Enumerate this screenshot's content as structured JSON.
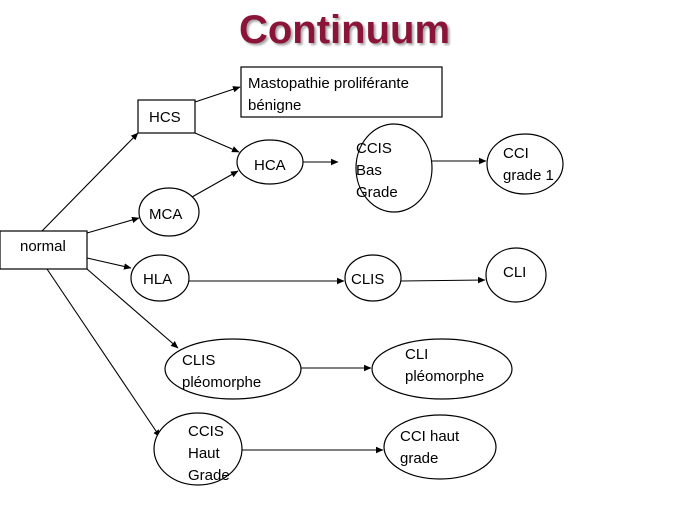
{
  "title": "Continuum",
  "colors": {
    "title": "#8b1538",
    "stroke": "#000000",
    "fill": "#ffffff"
  },
  "nodes": {
    "normal": {
      "shape": "rect",
      "lines": [
        "normal"
      ]
    },
    "hcs": {
      "shape": "rect",
      "lines": [
        "HCS"
      ]
    },
    "mastopathie": {
      "shape": "rect",
      "lines": [
        "Mastopathie proliférante",
        "bénigne"
      ]
    },
    "hca": {
      "shape": "ellipse",
      "lines": [
        "HCA"
      ]
    },
    "mca": {
      "shape": "ellipse",
      "lines": [
        "MCA"
      ]
    },
    "ccis_bas": {
      "shape": "ellipse",
      "lines": [
        "CCIS",
        "Bas",
        "Grade"
      ]
    },
    "cci_grade1": {
      "shape": "ellipse",
      "lines": [
        "CCI",
        "grade 1"
      ]
    },
    "hla": {
      "shape": "ellipse",
      "lines": [
        "HLA"
      ]
    },
    "clis": {
      "shape": "ellipse",
      "lines": [
        "CLIS"
      ]
    },
    "cli": {
      "shape": "ellipse",
      "lines": [
        "CLI"
      ]
    },
    "clis_pleo": {
      "shape": "ellipse",
      "lines": [
        "CLIS",
        "pléomorphe"
      ]
    },
    "cli_pleo": {
      "shape": "ellipse",
      "lines": [
        "CLI",
        "pléomorphe"
      ]
    },
    "ccis_haut": {
      "shape": "ellipse",
      "lines": [
        "CCIS",
        "Haut",
        "Grade"
      ]
    },
    "cci_haut": {
      "shape": "ellipse",
      "lines": [
        "CCI haut",
        "grade"
      ]
    }
  },
  "edges": [
    [
      "normal",
      "hcs"
    ],
    [
      "normal",
      "mca"
    ],
    [
      "normal",
      "hla"
    ],
    [
      "normal",
      "clis_pleo"
    ],
    [
      "normal",
      "ccis_haut"
    ],
    [
      "hcs",
      "mastopathie"
    ],
    [
      "hcs",
      "hca"
    ],
    [
      "mca",
      "hca"
    ],
    [
      "hca",
      "ccis_bas"
    ],
    [
      "ccis_bas",
      "cci_grade1"
    ],
    [
      "hla",
      "clis"
    ],
    [
      "clis",
      "cli"
    ],
    [
      "clis_pleo",
      "cli_pleo"
    ],
    [
      "ccis_haut",
      "cci_haut"
    ]
  ]
}
